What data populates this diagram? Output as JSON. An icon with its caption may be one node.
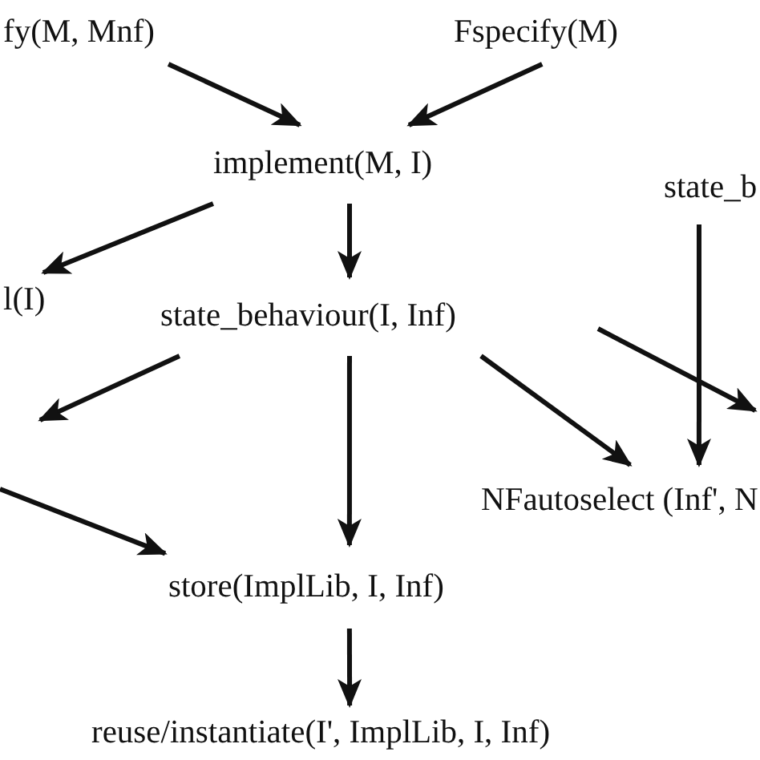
{
  "diagram": {
    "nodes": [
      {
        "text": [
          "fy(M, Mnf)"
        ]
      },
      {
        "text": [
          "Fspecify(M)"
        ]
      },
      {
        "text": [
          "implement(M, I)"
        ]
      },
      {
        "text": [
          "state_b"
        ]
      },
      {
        "text": [
          "l(I)"
        ]
      },
      {
        "text": [
          "state_behaviour(I, Inf)"
        ]
      },
      {
        "text": [
          "NFautoselect (Inf', N"
        ]
      },
      {
        "text": [
          "store(ImplLib, I, Inf)"
        ]
      },
      {
        "text": [
          "reuse/instantiate(I', ImplLib, I, Inf)"
        ]
      }
    ],
    "edges": [
      {
        "from": 0,
        "to": 2,
        "arrow": "to"
      },
      {
        "from": 1,
        "to": 2,
        "arrow": "to"
      },
      {
        "from": 2,
        "to": 4,
        "arrow": "to"
      },
      {
        "from": 2,
        "to": 5,
        "arrow": "to"
      },
      {
        "from": 3,
        "to": 6,
        "arrow": "to"
      },
      {
        "from": 5,
        "to": null,
        "arrow": "to"
      },
      {
        "from": 5,
        "to": 7,
        "arrow": "to"
      },
      {
        "from": 5,
        "to": 6,
        "arrow": "to"
      },
      {
        "from": null,
        "to": 7,
        "arrow": "to"
      },
      {
        "from": 7,
        "to": 8,
        "arrow": "to"
      }
    ]
  }
}
